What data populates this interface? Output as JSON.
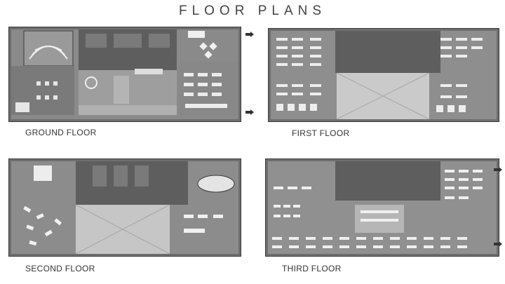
{
  "page": {
    "title": "FLOOR PLANS"
  },
  "plans": {
    "ground": {
      "label": "GROUND FLOOR"
    },
    "first": {
      "label": "FIRST FLOOR"
    },
    "second": {
      "label": "SECOND FLOOR"
    },
    "third": {
      "label": "THIRD FLOOR"
    }
  },
  "colors": {
    "wall": "#3a3a3a",
    "floor": "#8c8c8c",
    "atrium": "#c4c4c4",
    "desk": "#e8e8e8"
  }
}
